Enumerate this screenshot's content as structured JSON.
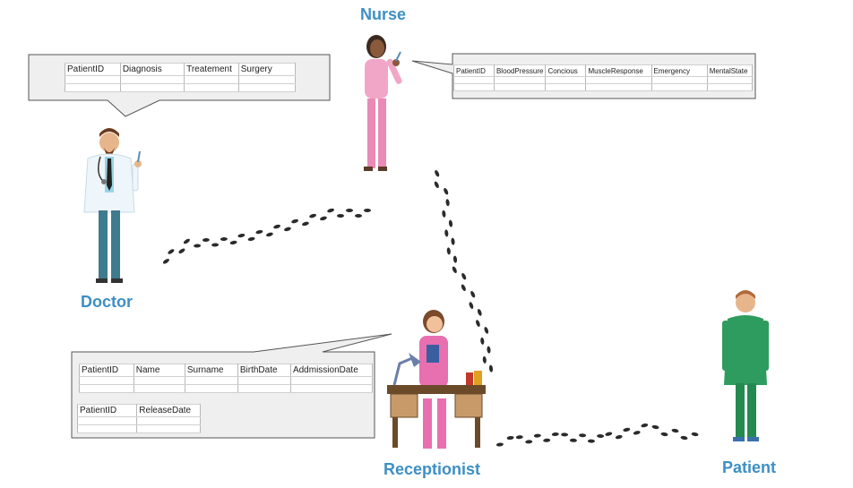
{
  "roles": {
    "nurse": "Nurse",
    "doctor": "Doctor",
    "receptionist": "Receptionist",
    "patient": "Patient"
  },
  "tables": {
    "doctor": {
      "columns": [
        "PatientID",
        "Diagnosis",
        "Treatement",
        "Surgery"
      ]
    },
    "nurse": {
      "columns": [
        "PatientID",
        "BloodPressure",
        "Concious",
        "MuscleResponse",
        "Emergency",
        "MentalState"
      ]
    },
    "receptionist_admission": {
      "columns": [
        "PatientID",
        "Name",
        "Surname",
        "BirthDate",
        "AddmissionDate"
      ]
    },
    "receptionist_release": {
      "columns": [
        "PatientID",
        "ReleaseDate"
      ]
    }
  },
  "colors": {
    "label_blue": "#3d8fc4",
    "callout_fill": "#efefef",
    "footprint": "#2b2b2b"
  }
}
